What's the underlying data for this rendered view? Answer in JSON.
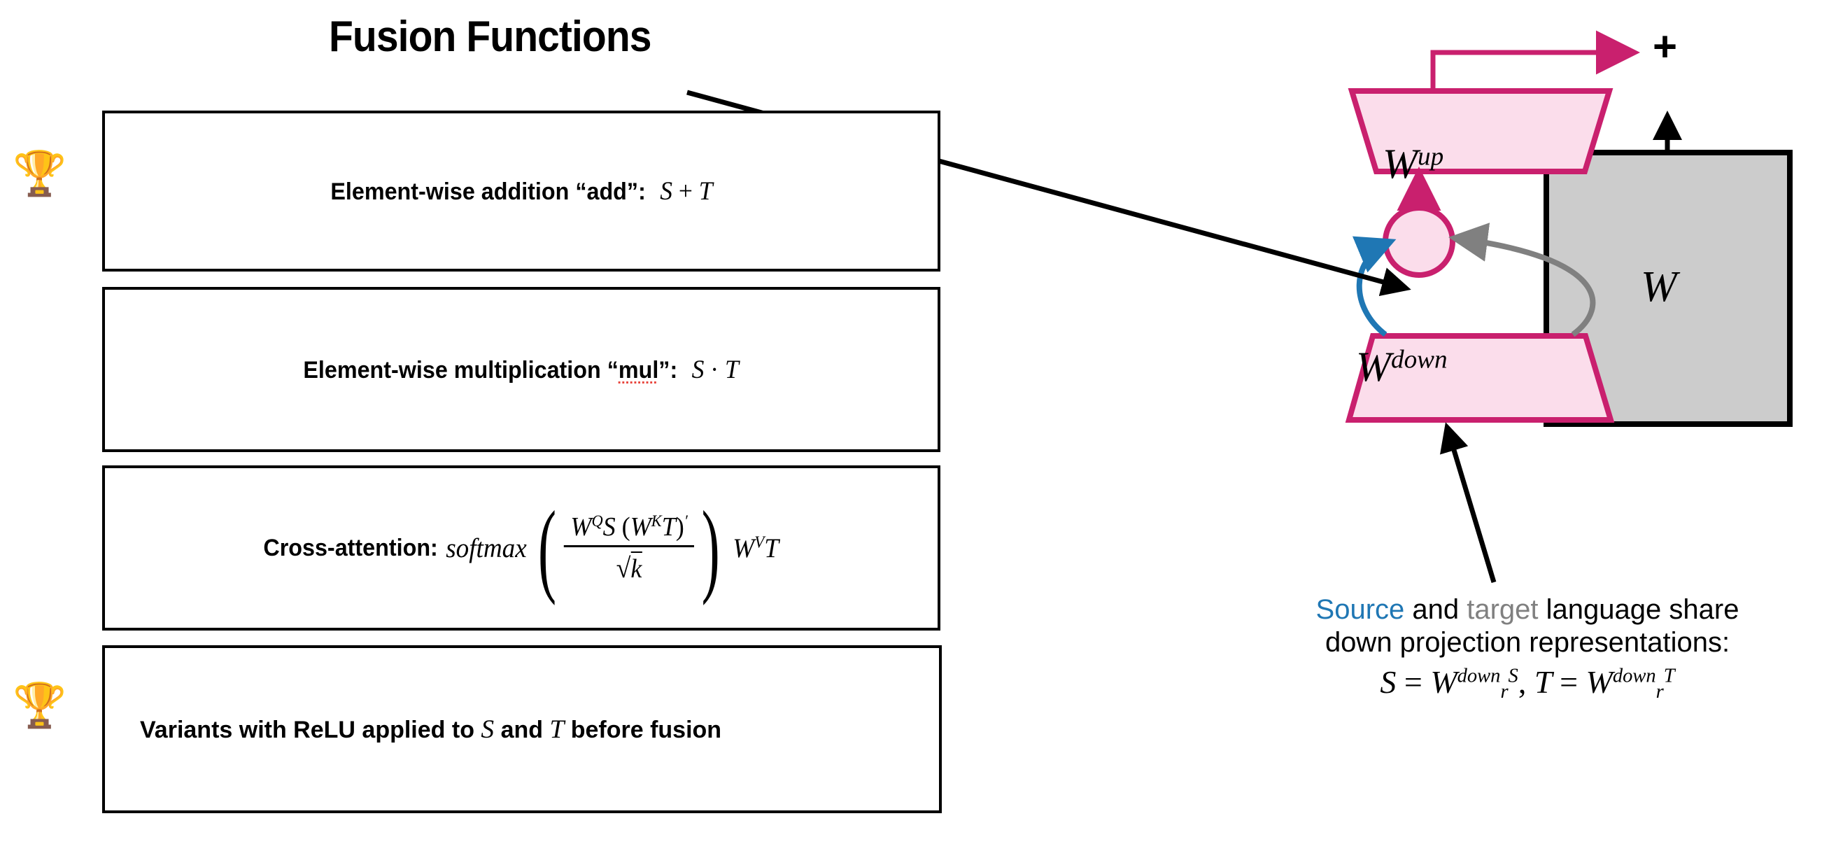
{
  "title": "Fusion Functions",
  "colors": {
    "adapter_border": "#C9206E",
    "adapter_fill": "#FBDDEB",
    "frozen_fill": "#CCCCCC",
    "source_blue": "#1F77B4",
    "target_gray": "#808080",
    "spellcheck_red": "#E8453C",
    "outline_black": "#000000"
  },
  "fusion_boxes": [
    {
      "marked": true,
      "marker_icon": "trophy-emoji",
      "label": "Element-wise addition “add”:",
      "formula": "S + T",
      "formula_parts": {
        "s": "S",
        "op": "+",
        "t": "T"
      }
    },
    {
      "marked": false,
      "label": "Element-wise multiplication “mul”:",
      "label_prefix": "Element-wise multiplication “",
      "label_spell": "mul",
      "label_suffix": "”:",
      "formula": "S · T",
      "formula_parts": {
        "s": "S",
        "op": "·",
        "t": "T"
      },
      "spellcheck_underline_on": "mul"
    },
    {
      "marked": false,
      "label": "Cross-attention:",
      "function_name": "softmax",
      "formula": "softmax( W^Q S (W^K T)′ / √k ) W^V T",
      "numerator": {
        "wq": "W",
        "wq_sup": "Q",
        "s": "S",
        "wk": "W",
        "wk_sup": "K",
        "t": "T",
        "prime": "′"
      },
      "denominator": {
        "radical": "√",
        "k": "k"
      },
      "tail": {
        "wv": "W",
        "wv_sup": "V",
        "t": "T"
      }
    },
    {
      "marked": true,
      "marker_icon": "trophy-emoji",
      "label_a": "Variants with ReLU applied to",
      "var_s": "S",
      "label_b": "and",
      "var_t": "T",
      "label_c": "before fusion",
      "formula": "Variants with ReLU applied to S and T before fusion"
    }
  ],
  "diagram": {
    "plus_label": "+",
    "up_projection_label": {
      "base": "W",
      "sup": "up"
    },
    "down_projection_label": {
      "base": "W",
      "sup": "down"
    },
    "frozen_weight_label": "W",
    "fusion_node_label": "",
    "edges": [
      {
        "name": "up-to-plus",
        "color": "#C9206E",
        "style": "solid-arrow"
      },
      {
        "name": "node-to-up",
        "color": "#C9206E",
        "style": "solid-arrow"
      },
      {
        "name": "down-to-node-source",
        "color": "#1F77B4",
        "style": "curved-arrow"
      },
      {
        "name": "down-to-node-target",
        "color": "#808080",
        "style": "curved-arrow"
      },
      {
        "name": "frozen-to-plus",
        "color": "#000000",
        "style": "solid-arrow"
      },
      {
        "name": "fusion-callout",
        "color": "#000000",
        "style": "solid-arrow"
      },
      {
        "name": "down-callout",
        "color": "#000000",
        "style": "solid-arrow"
      }
    ]
  },
  "caption": {
    "word_source": "Source",
    "word_and": " and ",
    "word_target": "target",
    "rest_line1": " language share",
    "line2": "down projection representations:",
    "formula_plain": "S = W^down r^S, T = W^down r^T",
    "formula_parts": {
      "s": "S",
      "eq1": "=",
      "w1": "W",
      "w1_sup": "down",
      "r1": "r",
      "r1_sup": "S",
      "comma": ",",
      "t": "T",
      "eq2": "=",
      "w2": "W",
      "w2_sup": "down",
      "r2": "r",
      "r2_sup": "T"
    }
  }
}
